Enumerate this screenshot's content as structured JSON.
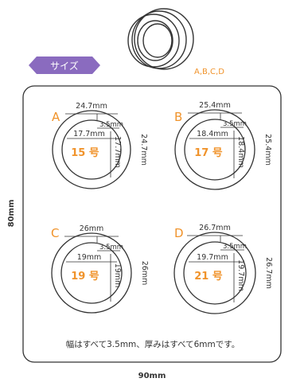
{
  "header": {
    "tag_label": "サイズ",
    "variants_label": "A,B,C,D",
    "colors": {
      "tag": "#8a6bbf",
      "accent": "#f0932b"
    },
    "icon": "stacked-rings-icon"
  },
  "panel": {
    "height_label": "80mm",
    "width_label": "90mm",
    "note": "幅はすべて3.5mm、厚みはすべて6mmです。"
  },
  "rings": [
    {
      "letter": "A",
      "outer": "24.7mm",
      "band": "3.5mm",
      "inner": "17.7mm",
      "inner_vertical": "17.7mm",
      "outer_vertical": "24.7mm",
      "size": "15 号"
    },
    {
      "letter": "B",
      "outer": "25.4mm",
      "band": "3.5mm",
      "inner": "18.4mm",
      "inner_vertical": "18.4mm",
      "outer_vertical": "25.4mm",
      "size": "17 号"
    },
    {
      "letter": "C",
      "outer": "26mm",
      "band": "3.5mm",
      "inner": "19mm",
      "inner_vertical": "19mm",
      "outer_vertical": "26mm",
      "size": "19 号"
    },
    {
      "letter": "D",
      "outer": "26.7mm",
      "band": "3.5mm",
      "inner": "19.7mm",
      "inner_vertical": "19.7mm",
      "outer_vertical": "26.7mm",
      "size": "21 号"
    }
  ]
}
